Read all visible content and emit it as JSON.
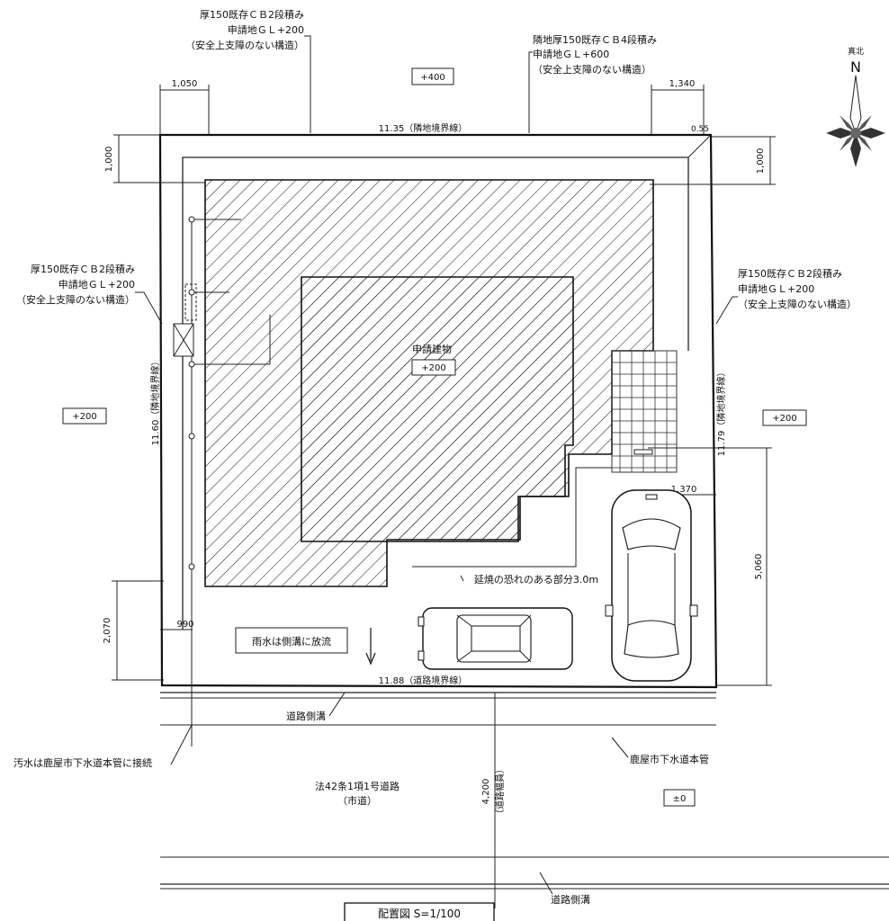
{
  "annotations": {
    "wall_north_left": [
      "厚150既存ＣＢ2段積み",
      "申請地ＧＬ+200",
      "（安全上支障のない構造）"
    ],
    "wall_north_right": [
      "隣地厚150既存ＣＢ4段積み",
      "申請地ＧＬ+600",
      "（安全上支障のない構造）"
    ],
    "wall_west": [
      "厚150既存ＣＢ2段積み",
      "申請地ＧＬ+200",
      "（安全上支障のない構造）"
    ],
    "wall_east": [
      "厚150既存ＣＢ2段積み",
      "申請地ＧＬ+200",
      "（安全上支障のない構造）"
    ]
  },
  "compass": {
    "label": "真北",
    "letter": "N"
  },
  "levels": {
    "north": "+400",
    "west": "+200",
    "east": "+200",
    "building": "+200",
    "road": "±0"
  },
  "dimensions": {
    "north_offset_left": "1,050",
    "north_offset_right": "1,340",
    "north_boundary": "11.35（隣地境界線）",
    "north_corner": "0.55",
    "west_setback": "1,000",
    "east_setback": "1,000",
    "west_boundary": "11.60（隣地境界線）",
    "east_boundary": "11.79（隣地境界線）",
    "parking_width": "1,370",
    "parking_depth": "5,060",
    "south_setback": "2,070",
    "sw_offset": "990",
    "road_boundary": "11.88（道路境界線）",
    "road_width": "4,200",
    "road_width_note": "（道路幅員）"
  },
  "labels": {
    "building": "申請建物",
    "fire_spread": "延焼の恐れのある部分3.0m",
    "rainwater": "雨水は側溝に放流",
    "gutter_top": "道路側溝",
    "gutter_bottom": "道路側溝",
    "sewage": "汚水は鹿屋市下水道本管に接続",
    "sewer_main": "鹿屋市下水道本管",
    "road_name": "法42条1項1号道路",
    "road_type": "（市道）",
    "title": "配置図  S=1/100"
  }
}
